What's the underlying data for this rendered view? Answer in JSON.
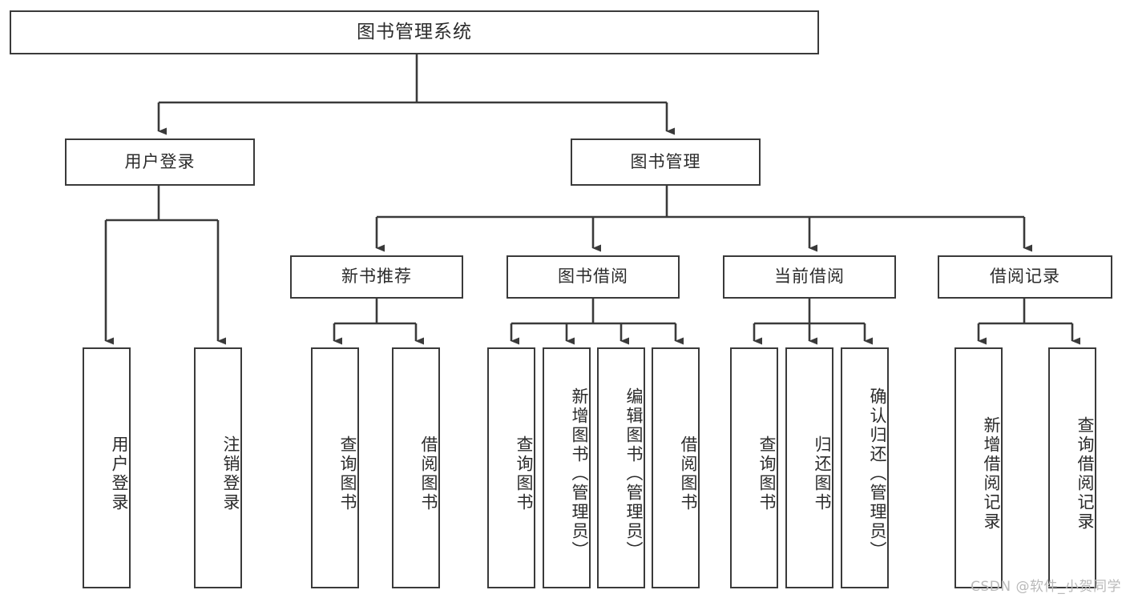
{
  "diagram": {
    "title": "图书管理系统",
    "type": "tree",
    "watermark": "CSDN @软件_小贺同学",
    "colors": {
      "border": "#3a3a3a",
      "text": "#2b2b2b",
      "background": "#ffffff",
      "watermark": "#b9b9b9"
    },
    "root": {
      "label": "图书管理系统"
    },
    "level2": [
      {
        "label": "用户登录"
      },
      {
        "label": "图书管理"
      }
    ],
    "level3": [
      {
        "label": "新书推荐"
      },
      {
        "label": "图书借阅"
      },
      {
        "label": "当前借阅"
      },
      {
        "label": "借阅记录"
      }
    ],
    "leaves": {
      "user_login": [
        {
          "label": "用户登录"
        },
        {
          "label": "注销登录"
        }
      ],
      "new_book_recommend": [
        {
          "label": "查询图书"
        },
        {
          "label": "借阅图书"
        }
      ],
      "book_borrow": [
        {
          "label": "查询图书"
        },
        {
          "label": "新增图书（管理员）"
        },
        {
          "label": "编辑图书（管理员）"
        },
        {
          "label": "借阅图书"
        }
      ],
      "current_borrow": [
        {
          "label": "查询图书"
        },
        {
          "label": "归还图书"
        },
        {
          "label": "确认归还（管理员）"
        }
      ],
      "borrow_record": [
        {
          "label": "新增借阅记录"
        },
        {
          "label": "查询借阅记录"
        }
      ]
    }
  }
}
